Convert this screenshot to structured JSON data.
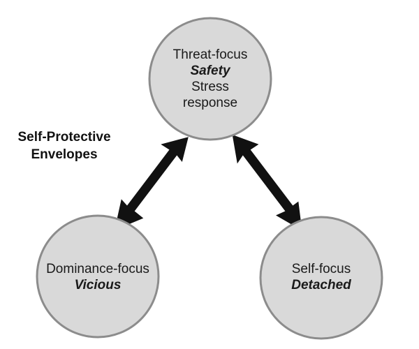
{
  "diagram": {
    "title_lines": [
      "Self-Protective",
      "Envelopes"
    ],
    "nodes": {
      "top": {
        "line1": "Threat-focus",
        "emphasis": "Safety",
        "line3": "Stress",
        "line4": "response"
      },
      "bottom_left": {
        "line1": "Dominance-focus",
        "emphasis": "Vicious"
      },
      "bottom_right": {
        "line1": "Self-focus",
        "emphasis": "Detached"
      }
    },
    "connections": [
      {
        "from": "top",
        "to": "bottom_left",
        "type": "double-arrow"
      },
      {
        "from": "top",
        "to": "bottom_right",
        "type": "double-arrow"
      }
    ],
    "colors": {
      "node_fill": "#d9d9d9",
      "node_stroke": "#8c8c8c",
      "arrow": "#111111",
      "text": "#1a1a1a"
    }
  }
}
